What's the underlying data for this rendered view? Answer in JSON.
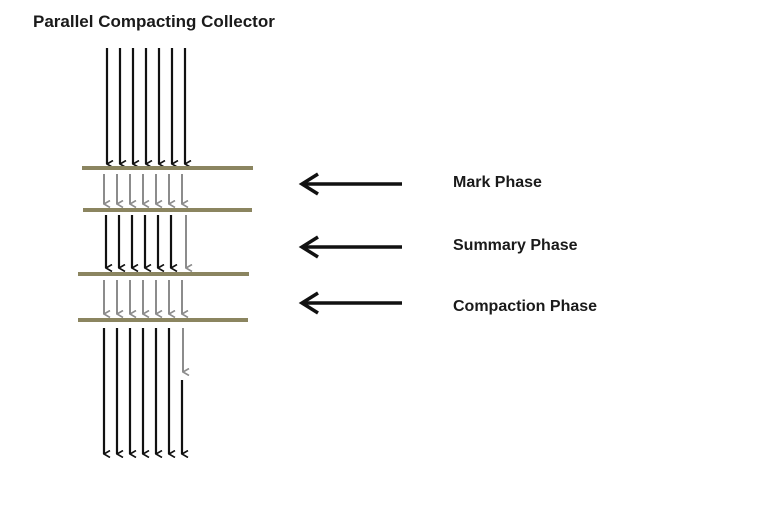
{
  "title": "Parallel Compacting Collector",
  "phases": [
    {
      "label": "Mark Phase"
    },
    {
      "label": "Summary Phase"
    },
    {
      "label": "Compaction Phase"
    }
  ],
  "colors": {
    "thread_active": "#111111",
    "thread_idle": "#8c8c8c",
    "phase_bar": "#8b8560",
    "pointer_arrow": "#111111",
    "text": "#1a1a1a"
  }
}
